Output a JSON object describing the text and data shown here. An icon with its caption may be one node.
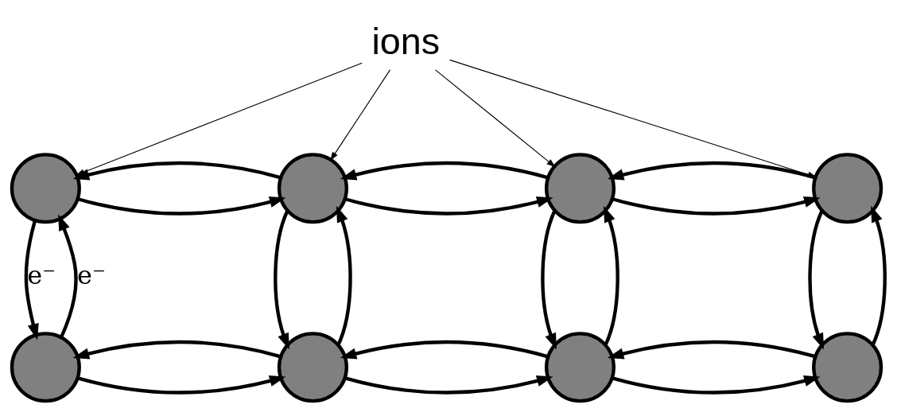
{
  "diagram": {
    "nodes": [
      {
        "text": [
          "ions"
        ]
      },
      {
        "text": [],
        "shape": "circle"
      },
      {
        "text": [],
        "shape": "circle"
      },
      {
        "text": [],
        "shape": "circle"
      },
      {
        "text": [],
        "shape": "circle"
      },
      {
        "text": [],
        "shape": "circle"
      },
      {
        "text": [],
        "shape": "circle"
      },
      {
        "text": [],
        "shape": "circle"
      },
      {
        "text": [],
        "shape": "circle"
      }
    ],
    "edges": [
      {
        "from": 0,
        "to": 1,
        "arrow": "to"
      },
      {
        "from": 0,
        "to": 2,
        "arrow": "to"
      },
      {
        "from": 0,
        "to": 3,
        "arrow": "to"
      },
      {
        "from": 0,
        "to": 4,
        "arrow": "to"
      },
      {
        "from": 1,
        "to": 2,
        "arrow": "to"
      },
      {
        "from": 2,
        "to": 1,
        "arrow": "to"
      },
      {
        "from": 2,
        "to": 3,
        "arrow": "to"
      },
      {
        "from": 3,
        "to": 2,
        "arrow": "to"
      },
      {
        "from": 3,
        "to": 4,
        "arrow": "to"
      },
      {
        "from": 4,
        "to": 3,
        "arrow": "to"
      },
      {
        "from": 5,
        "to": 1,
        "arrow": "to",
        "label": "e⁻"
      },
      {
        "from": 1,
        "to": 5,
        "arrow": "to",
        "label": "e⁻"
      },
      {
        "from": 6,
        "to": 2,
        "arrow": "to"
      },
      {
        "from": 2,
        "to": 6,
        "arrow": "to"
      },
      {
        "from": 7,
        "to": 3,
        "arrow": "to"
      },
      {
        "from": 3,
        "to": 7,
        "arrow": "to"
      },
      {
        "from": 8,
        "to": 4,
        "arrow": "to"
      },
      {
        "from": 4,
        "to": 8,
        "arrow": "to"
      },
      {
        "from": 5,
        "to": 6,
        "arrow": "to"
      },
      {
        "from": 6,
        "to": 5,
        "arrow": "to"
      },
      {
        "from": 6,
        "to": 7,
        "arrow": "to"
      },
      {
        "from": 7,
        "to": 6,
        "arrow": "to"
      },
      {
        "from": 7,
        "to": 8,
        "arrow": "to"
      },
      {
        "from": 8,
        "to": 7,
        "arrow": "to"
      }
    ]
  }
}
